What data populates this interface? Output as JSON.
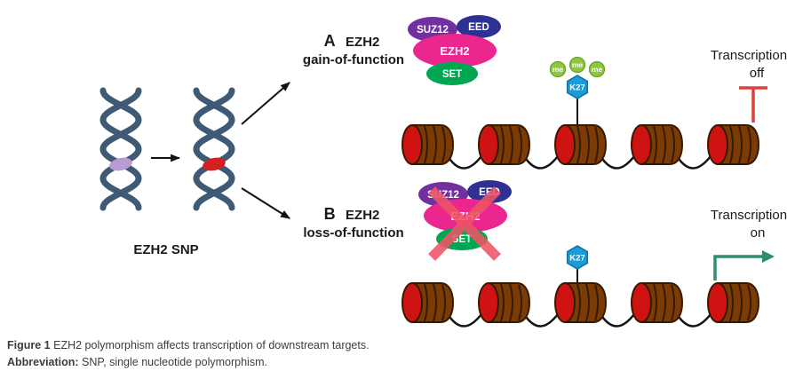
{
  "figure": {
    "dna": {
      "label": "EZH2 SNP"
    },
    "panel_a": {
      "letter": "A",
      "name": "EZH2",
      "subtitle": "gain-of-function",
      "complex": {
        "suz12": "SUZ12",
        "eed": "EED",
        "ezh2": "EZH2",
        "set": "SET"
      },
      "mark": {
        "k27": "K27",
        "me": "me"
      },
      "transcription": {
        "line1": "Transcription",
        "line2": "off"
      }
    },
    "panel_b": {
      "letter": "B",
      "name": "EZH2",
      "subtitle": "loss-of-function",
      "complex": {
        "suz12": "SUZ12",
        "eed": "EED",
        "ezh2": "EZH2",
        "set": "SET"
      },
      "mark": {
        "k27": "K27"
      },
      "transcription": {
        "line1": "Transcription",
        "line2": "on"
      }
    },
    "caption": {
      "label": "Figure 1",
      "text": "EZH2 polymorphism affects transcription of downstream targets.",
      "abbr_label": "Abbreviation:",
      "abbr_text": "SNP, single nucleotide polymorphism."
    },
    "colors": {
      "suz12": "#7030a0",
      "eed": "#2e3192",
      "ezh2": "#ec268f",
      "set": "#00a651",
      "k27": "#1b9bd7",
      "k27_edge": "#0e6fa3",
      "me": "#8dc63f",
      "me_edge": "#6da32c",
      "nucleosome_body": "#7a3b05",
      "nucleosome_face": "#cf1313",
      "nucleosome_outline": "#351a00",
      "linker": "#141414",
      "dna_strand": "#3f5a75",
      "snp_normal": "#b79bd2",
      "snp_variant": "#d42020",
      "inhibit_red": "#e0403a",
      "arrow_green": "#2f8f6b",
      "cross_red": "#ee5566",
      "arrow_black": "#111111"
    }
  }
}
